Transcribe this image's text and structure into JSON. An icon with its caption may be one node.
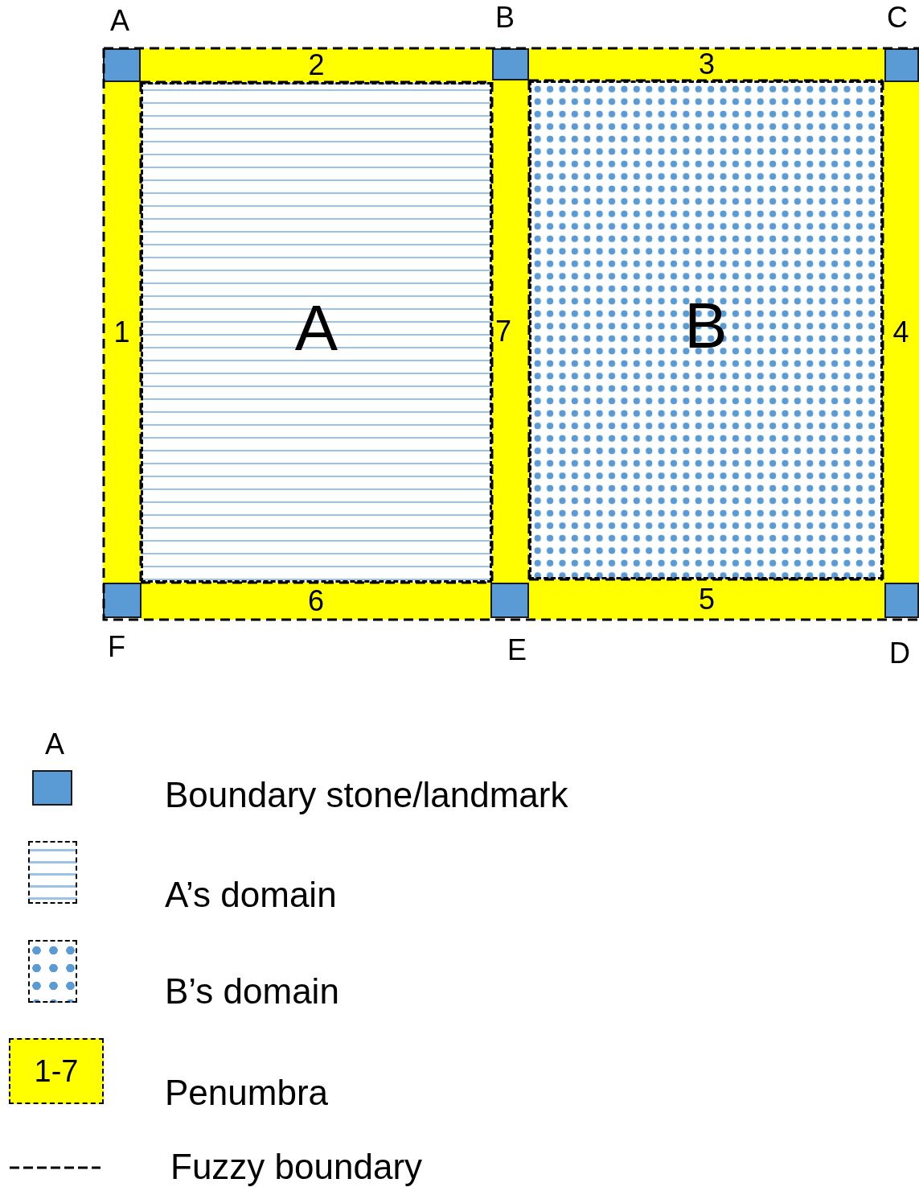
{
  "diagram": {
    "nodes": [
      {
        "text": [],
        "shape": "box",
        "beside": [
          "A"
        ]
      },
      {
        "text": [
          "2"
        ]
      },
      {
        "text": [],
        "shape": "box",
        "beside": [
          "B"
        ]
      },
      {
        "text": [
          "3"
        ]
      },
      {
        "text": [],
        "shape": "box",
        "beside": [
          "C"
        ]
      },
      {
        "text": [
          "1"
        ]
      },
      {
        "text": [
          "A"
        ]
      },
      {
        "text": [
          "7"
        ]
      },
      {
        "text": [
          "B"
        ]
      },
      {
        "text": [
          "4"
        ]
      },
      {
        "text": [],
        "shape": "box",
        "beside": [
          "F"
        ]
      },
      {
        "text": [
          "6"
        ]
      },
      {
        "text": [],
        "shape": "box",
        "beside": [
          "E"
        ]
      },
      {
        "text": [
          "5"
        ]
      },
      {
        "text": [],
        "shape": "box",
        "beside": [
          "D"
        ]
      }
    ],
    "labels": [
      "A",
      "1-7"
    ],
    "legend": [
      {
        "text": "Boundary stone/landmark",
        "color": "#5b9bd5"
      },
      {
        "text": "A’s domain"
      },
      {
        "text": "B’s domain"
      },
      {
        "text": "Penumbra",
        "color": "#ffff00"
      },
      {
        "text": "Fuzzy boundary"
      }
    ]
  }
}
